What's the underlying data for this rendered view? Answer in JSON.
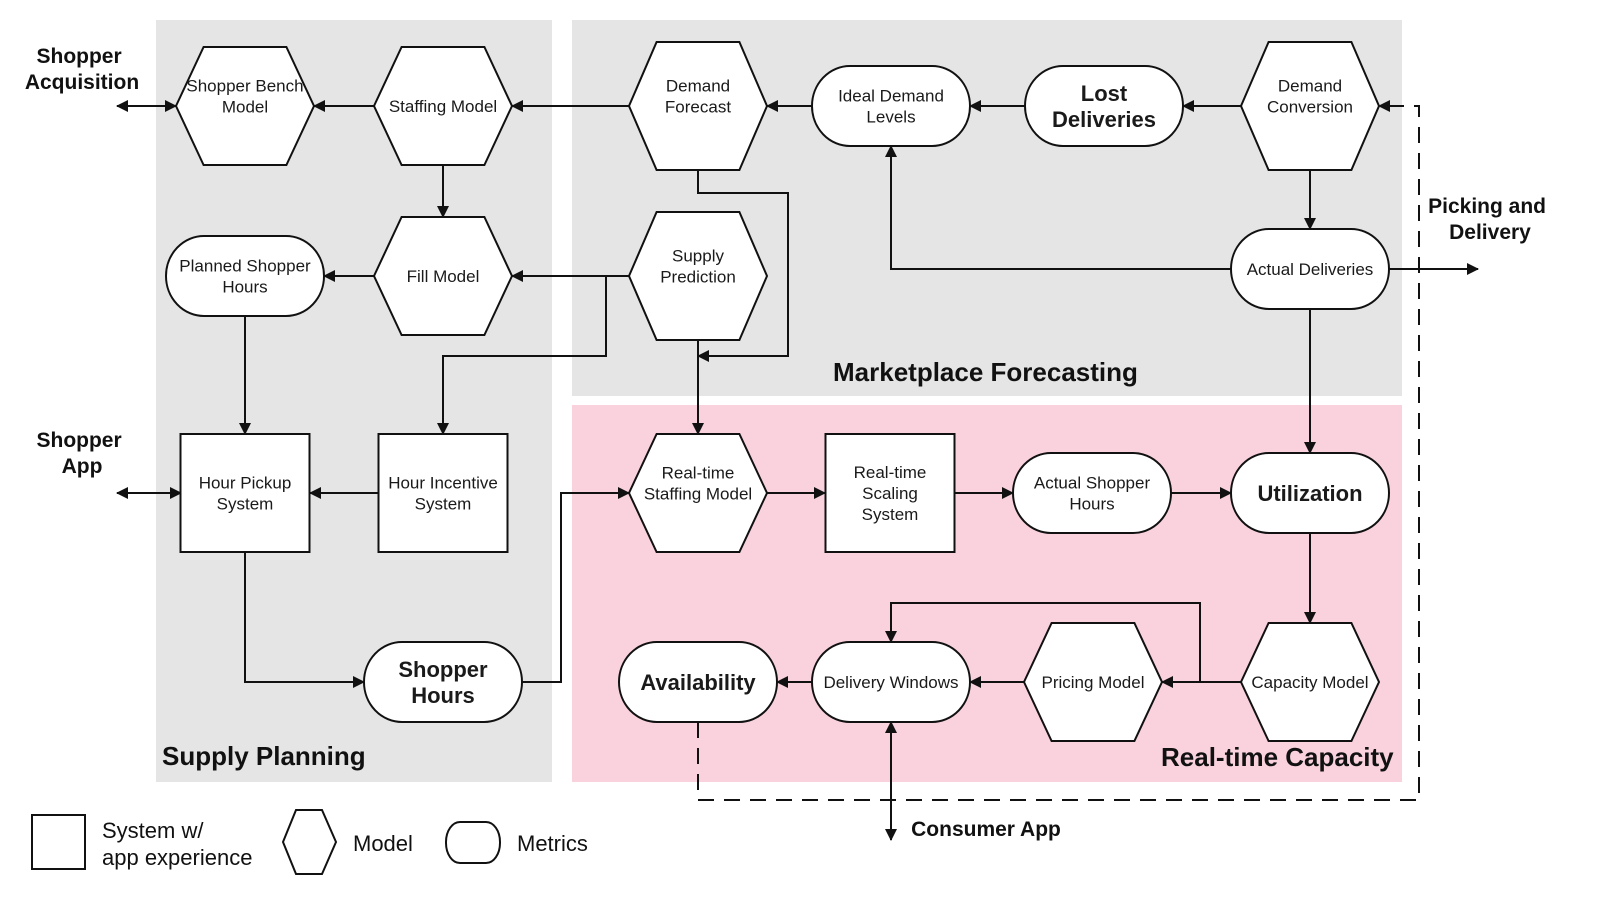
{
  "regions": {
    "supply_planning": "Supply Planning",
    "marketplace_forecasting": "Marketplace Forecasting",
    "realtime_capacity": "Real-time Capacity"
  },
  "colors": {
    "region_gray": "#e5e5e5",
    "region_pink": "#f9d2de",
    "stroke": "#111111"
  },
  "external": {
    "shopper_acquisition": [
      "Shopper",
      "Acquisition"
    ],
    "shopper_app": [
      "Shopper",
      "App"
    ],
    "picking_delivery": [
      "Picking and",
      "Delivery"
    ],
    "consumer_app": "Consumer App"
  },
  "nodes": {
    "shopper_bench_model": {
      "type": "model",
      "lines": [
        "Shopper Bench",
        "Model"
      ]
    },
    "staffing_model": {
      "type": "model",
      "lines": [
        "Staffing Model"
      ]
    },
    "demand_forecast": {
      "type": "model",
      "lines": [
        "Demand",
        "Forecast"
      ]
    },
    "ideal_demand_levels": {
      "type": "metric",
      "lines": [
        "Ideal Demand",
        "Levels"
      ]
    },
    "lost_deliveries": {
      "type": "metric",
      "bold": true,
      "lines": [
        "Lost",
        "Deliveries"
      ]
    },
    "demand_conversion": {
      "type": "model",
      "lines": [
        "Demand",
        "Conversion"
      ]
    },
    "planned_shopper_hours": {
      "type": "metric",
      "lines": [
        "Planned Shopper",
        "Hours"
      ]
    },
    "fill_model": {
      "type": "model",
      "lines": [
        "Fill Model"
      ]
    },
    "supply_prediction": {
      "type": "model",
      "lines": [
        "Supply",
        "Prediction"
      ]
    },
    "actual_deliveries": {
      "type": "metric",
      "lines": [
        "Actual Deliveries"
      ]
    },
    "hour_pickup_system": {
      "type": "system",
      "lines": [
        "Hour Pickup",
        "System"
      ]
    },
    "hour_incentive_system": {
      "type": "system",
      "lines": [
        "Hour Incentive",
        "System"
      ]
    },
    "realtime_staffing_model": {
      "type": "model",
      "lines": [
        "Real-time",
        "Staffing Model"
      ]
    },
    "realtime_scaling_system": {
      "type": "system",
      "lines": [
        "Real-time",
        "Scaling",
        "System"
      ]
    },
    "actual_shopper_hours": {
      "type": "metric",
      "lines": [
        "Actual Shopper",
        "Hours"
      ]
    },
    "utilization": {
      "type": "metric",
      "bold": true,
      "lines": [
        "Utilization"
      ]
    },
    "shopper_hours": {
      "type": "metric",
      "bold": true,
      "lines": [
        "Shopper",
        "Hours"
      ]
    },
    "availability": {
      "type": "metric",
      "bold": true,
      "lines": [
        "Availability"
      ]
    },
    "delivery_windows": {
      "type": "metric",
      "lines": [
        "Delivery Windows"
      ]
    },
    "pricing_model": {
      "type": "model",
      "lines": [
        "Pricing Model"
      ]
    },
    "capacity_model": {
      "type": "model",
      "lines": [
        "Capacity Model"
      ]
    }
  },
  "edges": [
    {
      "from": "staffing_model",
      "to": "shopper_bench_model"
    },
    {
      "from": "demand_forecast",
      "to": "staffing_model"
    },
    {
      "from": "ideal_demand_levels",
      "to": "demand_forecast"
    },
    {
      "from": "lost_deliveries",
      "to": "ideal_demand_levels"
    },
    {
      "from": "demand_conversion",
      "to": "lost_deliveries"
    },
    {
      "from": "staffing_model",
      "to": "fill_model"
    },
    {
      "from": "fill_model",
      "to": "planned_shopper_hours"
    },
    {
      "from": "supply_prediction",
      "to": "fill_model"
    },
    {
      "from": "supply_prediction",
      "to": "hour_incentive_system"
    },
    {
      "from": "supply_prediction",
      "to": "realtime_staffing_model"
    },
    {
      "from": "demand_forecast",
      "to": "realtime_staffing_model"
    },
    {
      "from": "demand_conversion",
      "to": "actual_deliveries"
    },
    {
      "from": "actual_deliveries",
      "to": "ideal_demand_levels"
    },
    {
      "from": "actual_deliveries",
      "to": "picking_delivery"
    },
    {
      "from": "actual_deliveries",
      "to": "utilization"
    },
    {
      "from": "planned_shopper_hours",
      "to": "hour_pickup_system"
    },
    {
      "from": "hour_incentive_system",
      "to": "hour_pickup_system"
    },
    {
      "from": "hour_pickup_system",
      "to": "shopper_hours"
    },
    {
      "from": "shopper_hours",
      "to": "realtime_staffing_model"
    },
    {
      "from": "realtime_staffing_model",
      "to": "realtime_scaling_system"
    },
    {
      "from": "realtime_scaling_system",
      "to": "actual_shopper_hours"
    },
    {
      "from": "actual_shopper_hours",
      "to": "utilization"
    },
    {
      "from": "utilization",
      "to": "capacity_model"
    },
    {
      "from": "capacity_model",
      "to": "pricing_model"
    },
    {
      "from": "capacity_model",
      "to": "delivery_windows"
    },
    {
      "from": "pricing_model",
      "to": "delivery_windows"
    },
    {
      "from": "delivery_windows",
      "to": "availability"
    },
    {
      "from": "availability",
      "to": "demand_conversion",
      "style": "dashed"
    },
    {
      "from": "shopper_bench_model",
      "to": "shopper_acquisition",
      "bidirectional": true
    },
    {
      "from": "hour_pickup_system",
      "to": "shopper_app",
      "bidirectional": true
    },
    {
      "from": "delivery_windows",
      "to": "consumer_app",
      "bidirectional": true
    }
  ],
  "legend": {
    "system": [
      "System w/",
      "app experience"
    ],
    "model": "Model",
    "metrics": "Metrics"
  }
}
